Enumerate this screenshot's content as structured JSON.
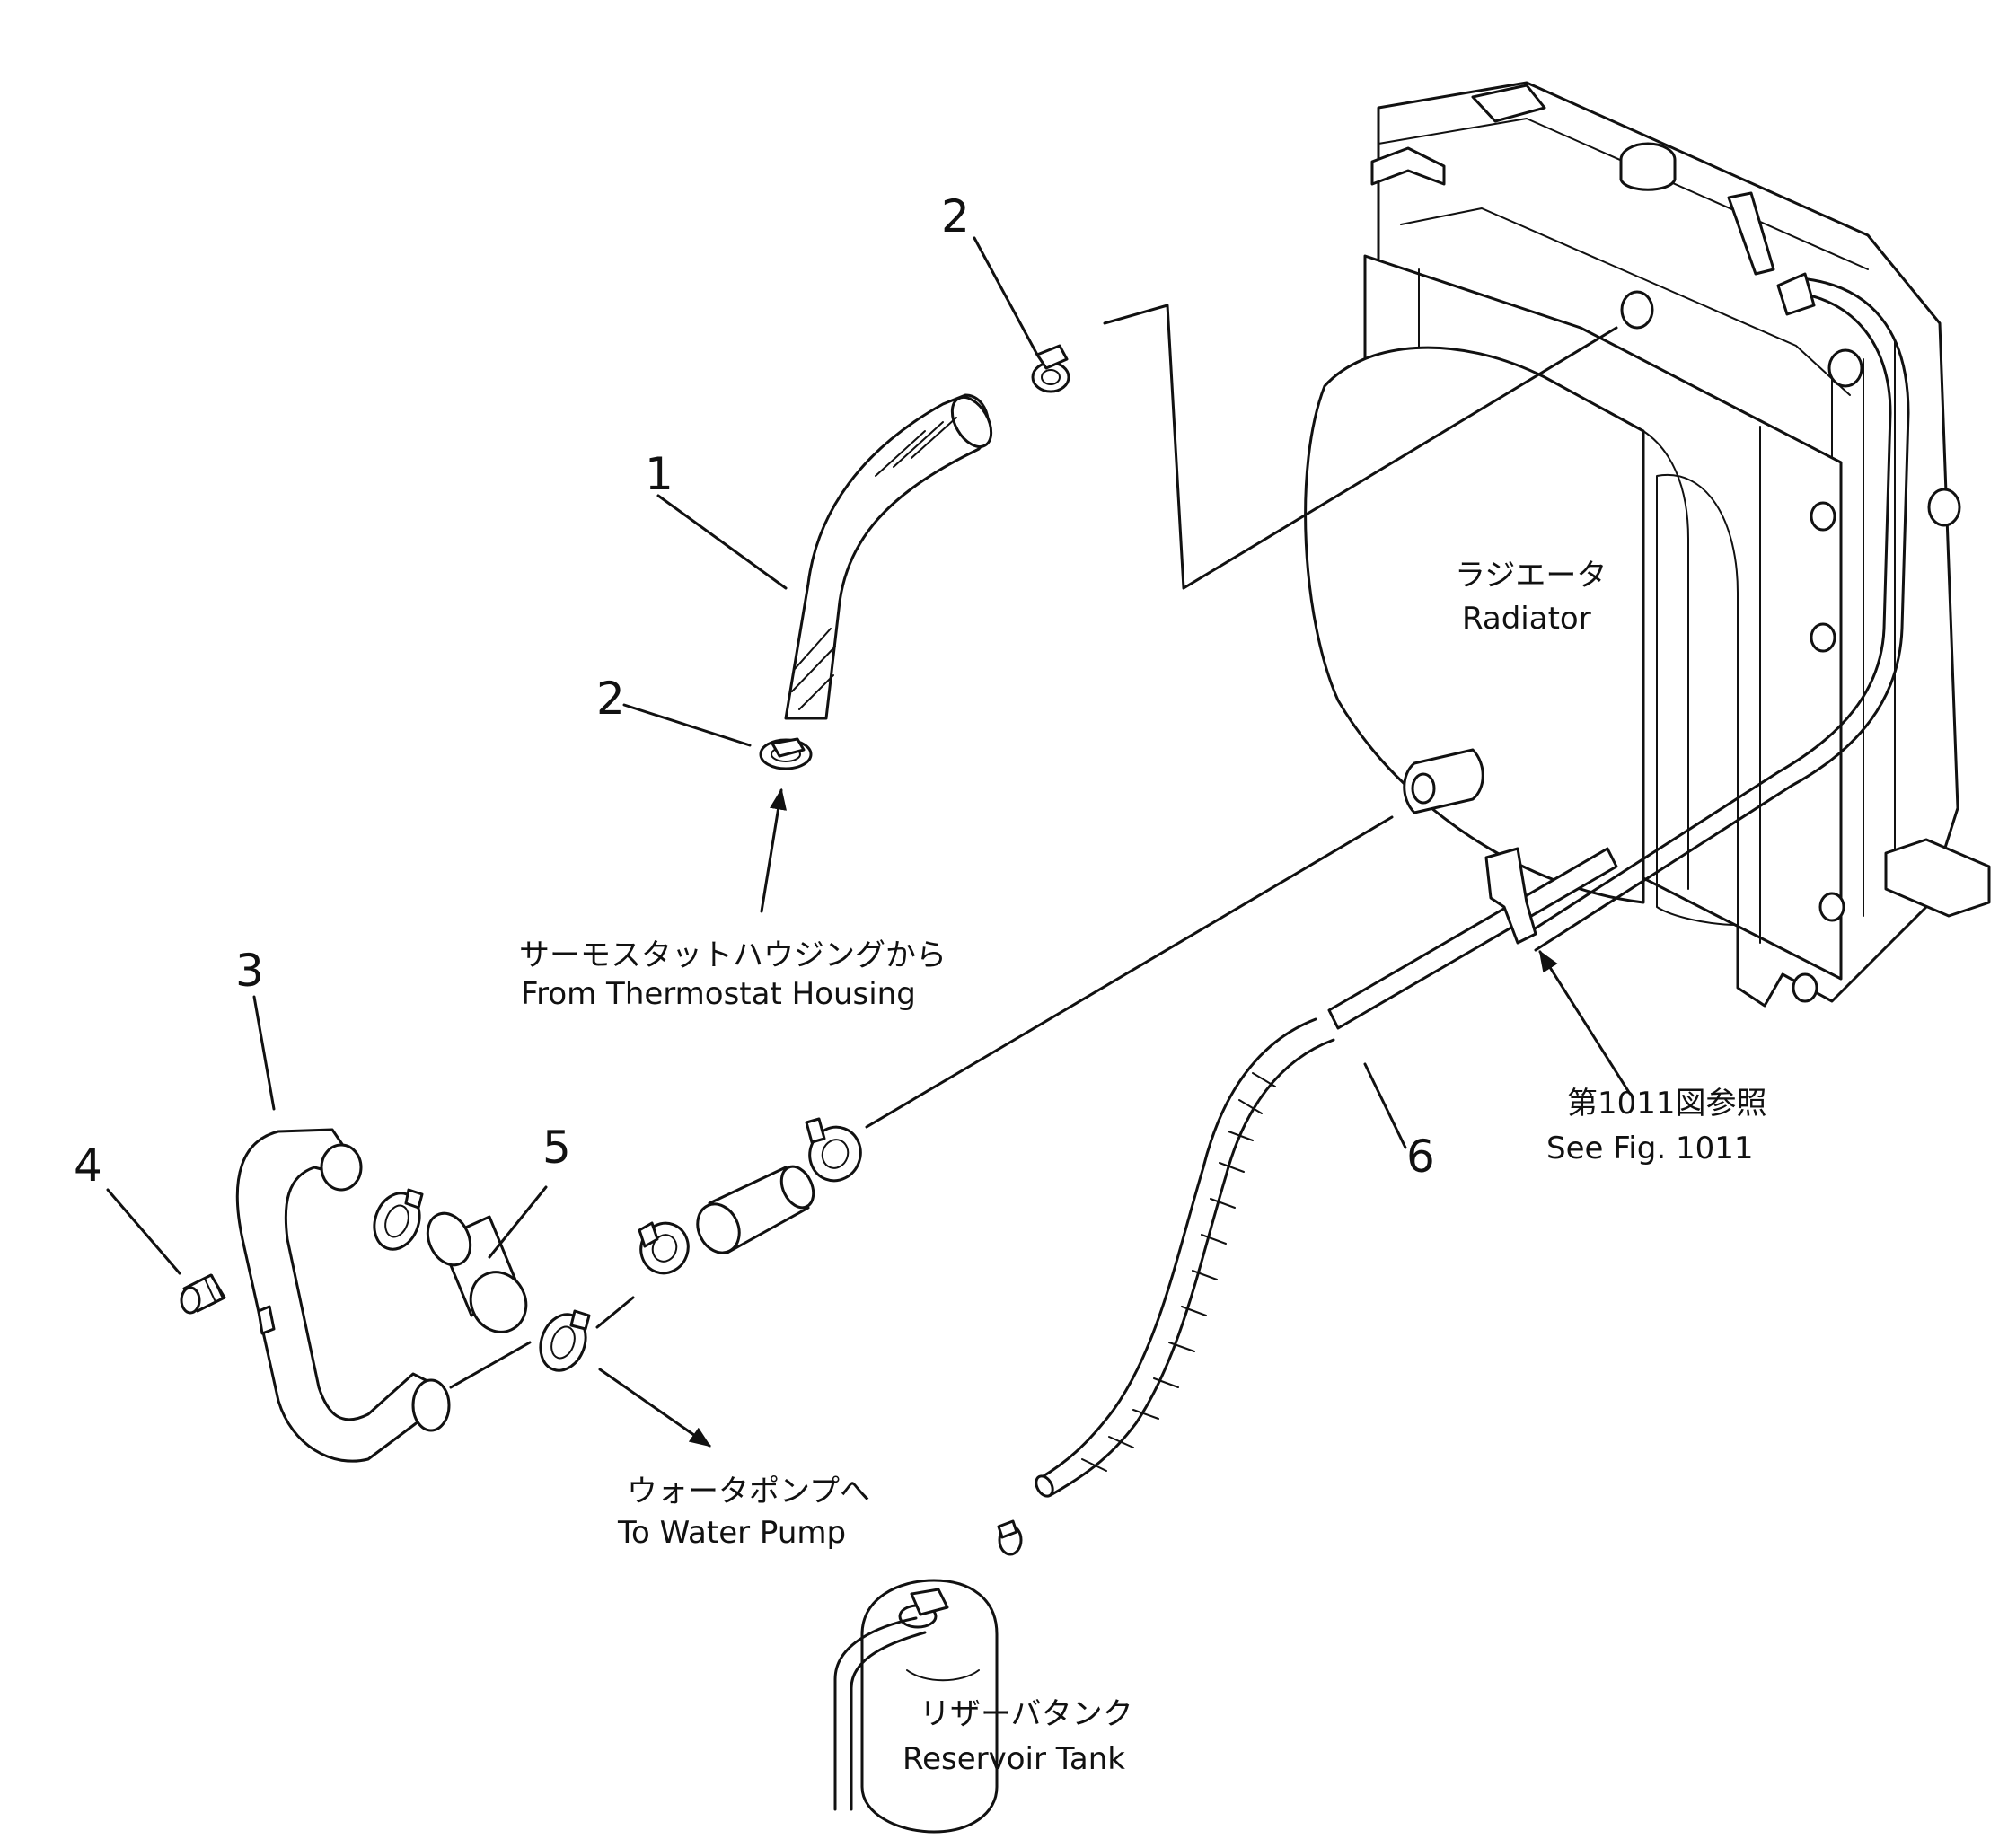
{
  "callouts": {
    "n1": "1",
    "n2_top": "2",
    "n2_mid": "2",
    "n3": "3",
    "n4": "4",
    "n5": "5",
    "n6": "6"
  },
  "labels": {
    "radiator_jp": "ラジエータ",
    "radiator_en": "Radiator",
    "thermostat_jp": "サーモスタットハウジングから",
    "thermostat_en": "From Thermostat Housing",
    "water_pump_jp": "ウォータポンプへ",
    "water_pump_en": "To Water Pump",
    "see_fig_jp": "第1011図参照",
    "see_fig_en": "See Fig. 1011",
    "reservoir_jp": "リザーバタンク",
    "reservoir_en": "Reservoir Tank"
  }
}
